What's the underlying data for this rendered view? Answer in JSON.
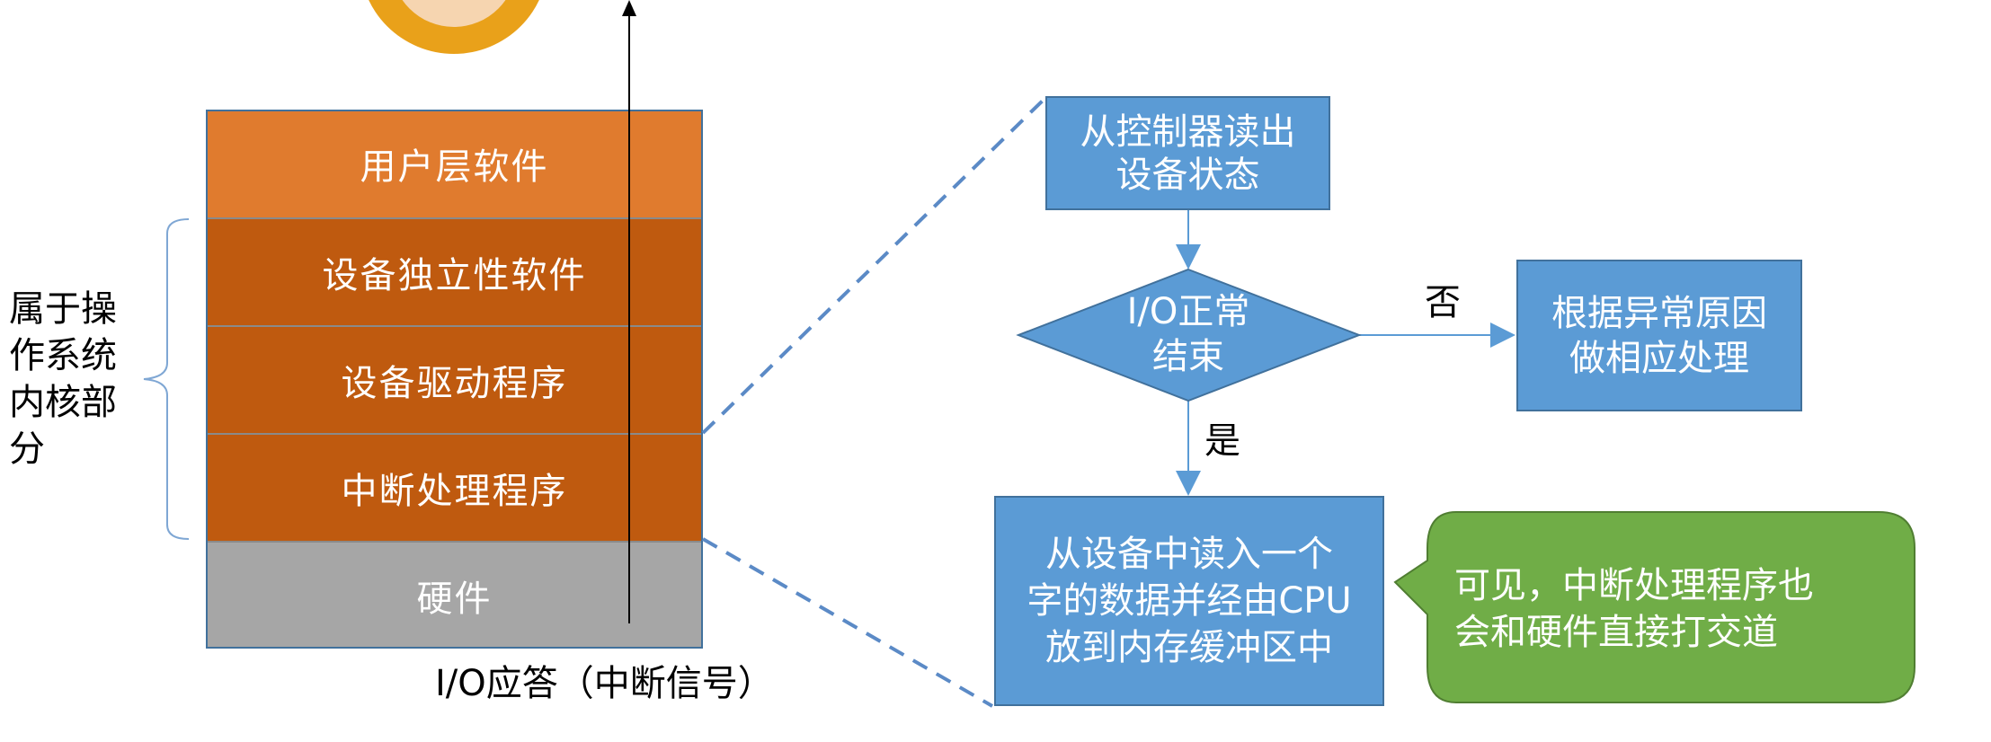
{
  "colors": {
    "layer_user": "#e07b2e",
    "layer_kernel": "#bf5a0f",
    "layer_hardware": "#a6a6a6",
    "flow_box": "#5b9bd5",
    "callout": "#70ad47",
    "dashed_line": "#5b8ac6"
  },
  "layers": [
    {
      "label": "用户层软件"
    },
    {
      "label": "设备独立性软件"
    },
    {
      "label": "设备驱动程序"
    },
    {
      "label": "中断处理程序"
    },
    {
      "label": "硬件"
    }
  ],
  "kernel_brace_label": "属于操作系统内核部分",
  "kernel_brace_lines": [
    "属于操",
    "作系统",
    "内核部",
    "分"
  ],
  "io_response_label": "I/O应答（中断信号）",
  "flow": {
    "step1_lines": [
      "从控制器读出",
      "设备状态"
    ],
    "decision_lines": [
      "I/O正常",
      "结束"
    ],
    "no_label": "否",
    "yes_label": "是",
    "error_lines": [
      "根据异常原因",
      "做相应处理"
    ],
    "read_lines": [
      "从设备中读入一个",
      "字的数据并经由CPU",
      "放到内存缓冲区中"
    ]
  },
  "callout_lines": [
    "可见，中断处理程序也",
    "会和硬件直接打交道"
  ],
  "icons": {
    "avatar": "avatar-icon"
  }
}
